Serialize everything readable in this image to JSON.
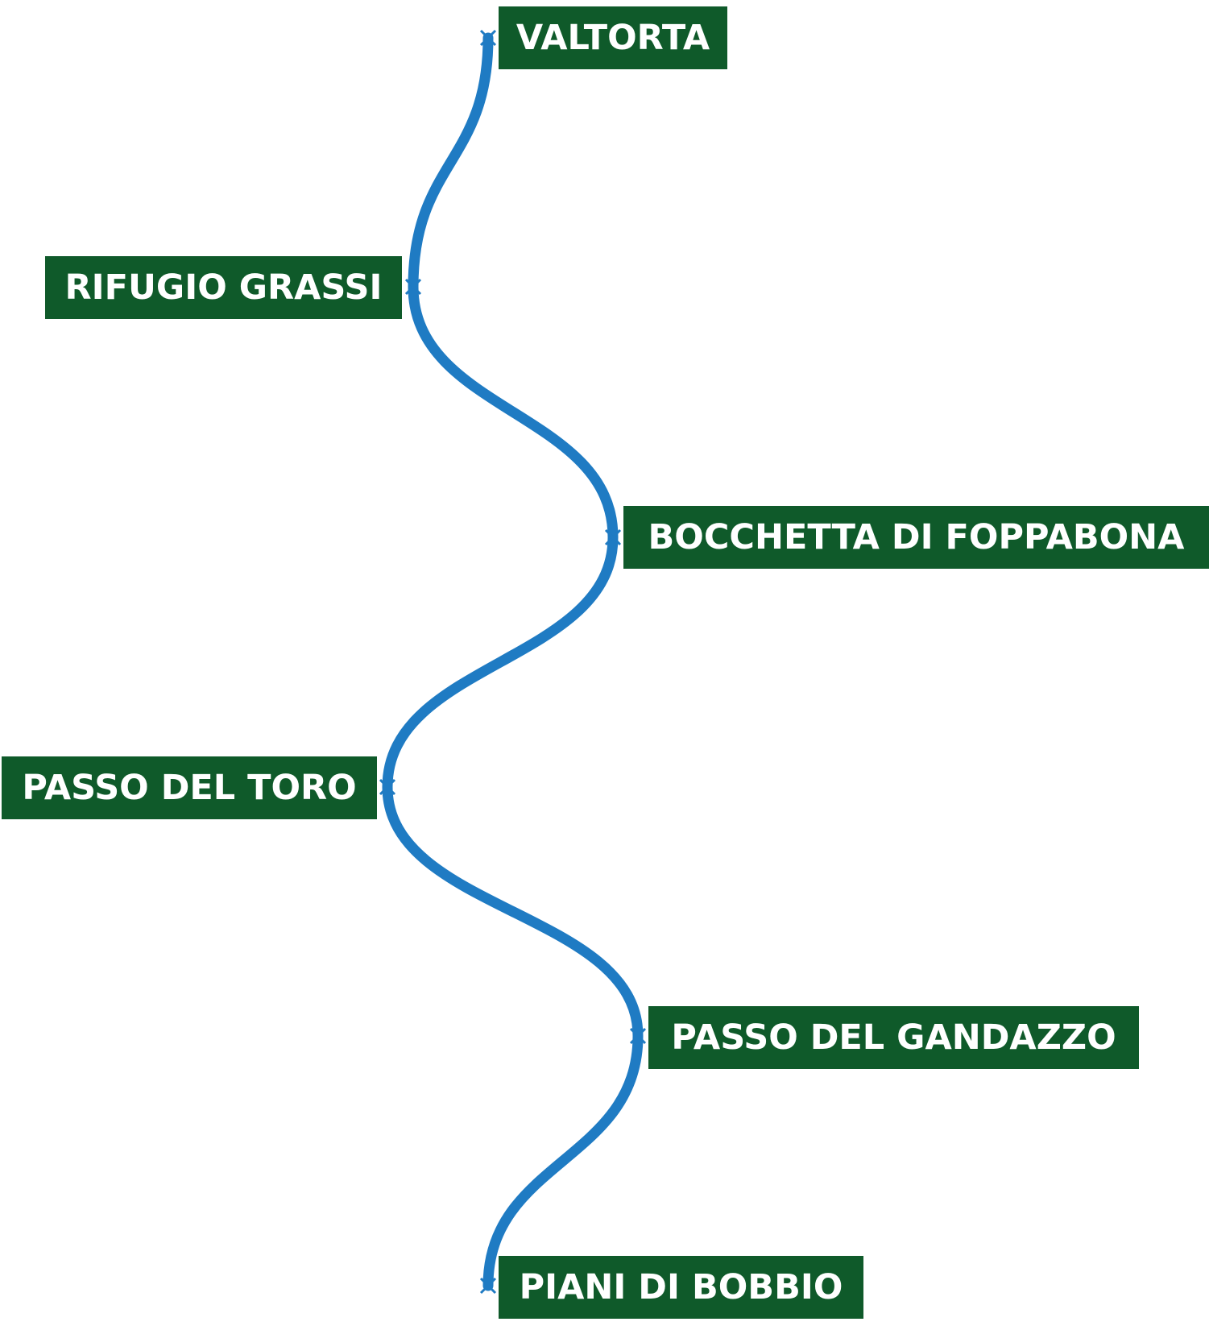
{
  "route": {
    "line_color": "#1f7bc3",
    "label_bg": "#0f5a2a",
    "label_text_color": "#ffffff",
    "stops": [
      {
        "name": "VALTORTA"
      },
      {
        "name": "RIFUGIO GRASSI"
      },
      {
        "name": "BOCCHETTA DI FOPPABONA"
      },
      {
        "name": "PASSO DEL TORO"
      },
      {
        "name": "PASSO DEL GANDAZZO"
      },
      {
        "name": "PIANI DI BOBBIO"
      }
    ]
  }
}
